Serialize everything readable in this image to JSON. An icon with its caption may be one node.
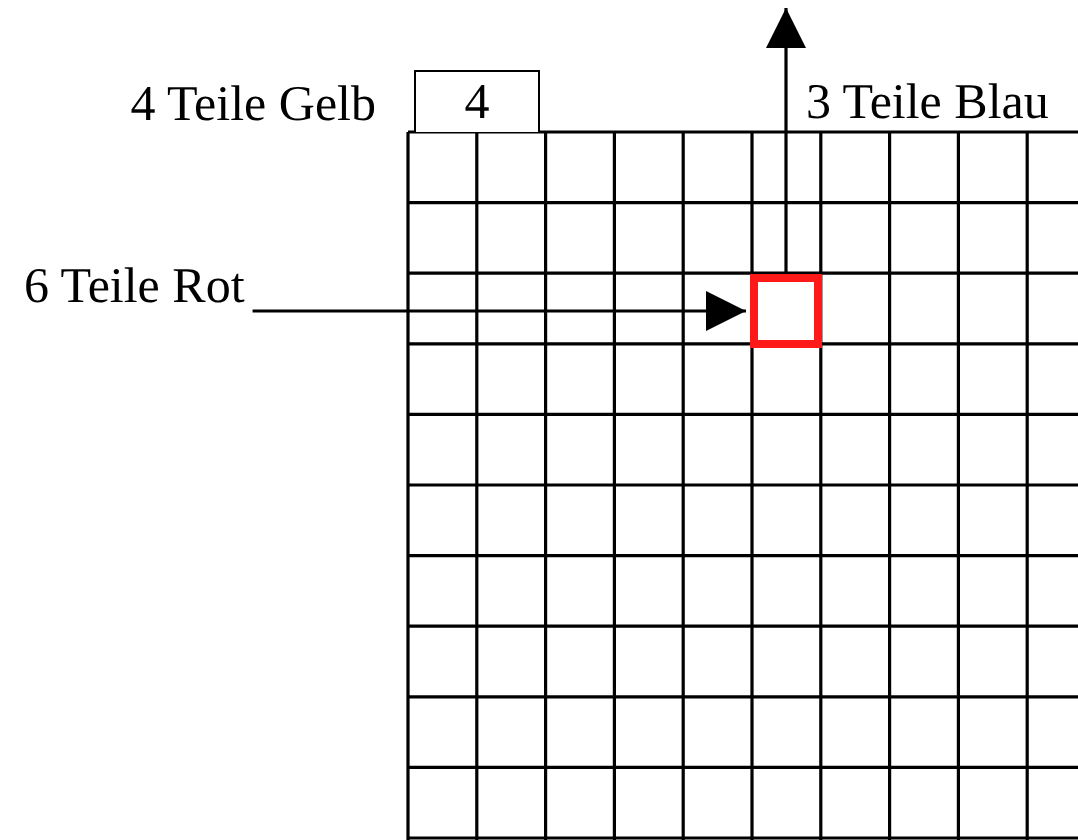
{
  "diagram": {
    "nodes": [
      {
        "text": [
          "4"
        ],
        "beside": [
          "4 Teile Gelb"
        ]
      },
      {
        "text": [
          "6 Teile Rot"
        ]
      },
      {
        "text": [],
        "shape": "box"
      }
    ],
    "edges": [
      {
        "from": 1,
        "to": 2,
        "arrow": "to"
      },
      {
        "from": 2,
        "to": null,
        "arrow": "to"
      }
    ],
    "labels": [
      "3 Teile Blau"
    ]
  }
}
